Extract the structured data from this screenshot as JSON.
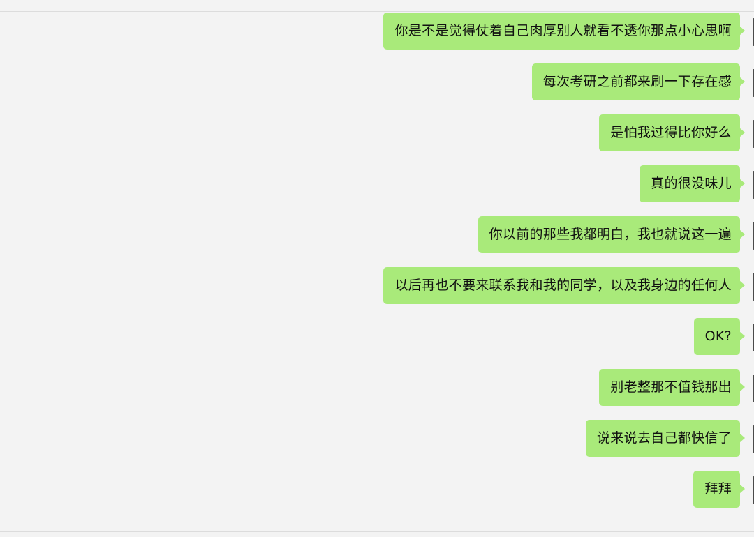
{
  "messages": [
    {
      "text": "你是不是觉得仗着自己肉厚别人就看不透你那点小心思啊"
    },
    {
      "text": "每次考研之前都来刷一下存在感"
    },
    {
      "text": "是怕我过得比你好么"
    },
    {
      "text": "真的很没味儿"
    },
    {
      "text": "你以前的那些我都明白，我也就说这一遍"
    },
    {
      "text": "以后再也不要来联系我和我的同学，以及我身边的任何人"
    },
    {
      "text": "OK?"
    },
    {
      "text": "别老整那不值钱那出"
    },
    {
      "text": "说来说去自己都快信了"
    },
    {
      "text": "拜拜"
    }
  ],
  "colors": {
    "background": "#f3f3f3",
    "bubble": "#a9ea7a",
    "text": "#111111"
  }
}
